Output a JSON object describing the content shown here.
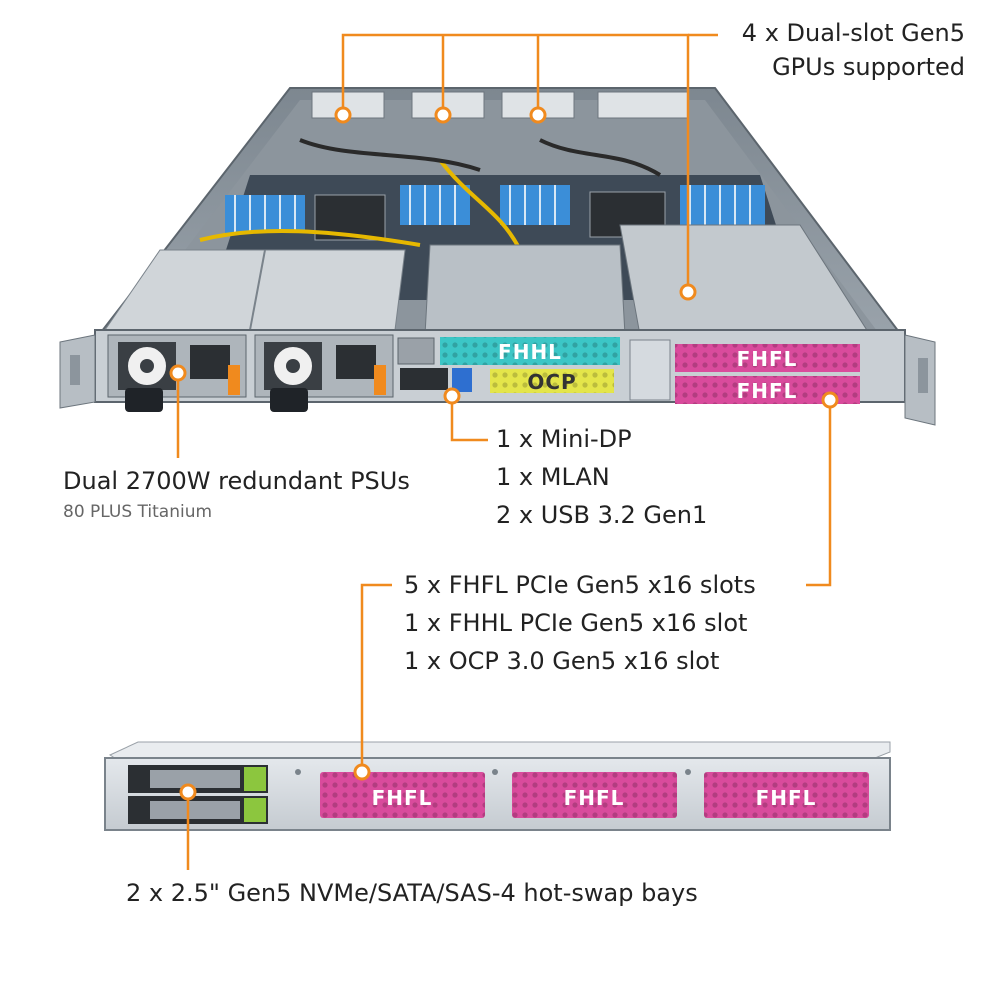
{
  "colors": {
    "accent_orange": "#F08A1E",
    "fhfl_pink": "#D94B9C",
    "fhhl_teal": "#3CC6C6",
    "ocp_yellow": "#E4E54A",
    "chassis_grey": "#C7CDD2",
    "text": "#222222",
    "subtext": "#666666"
  },
  "icons": [
    "server-chassis-top",
    "server-chassis-front",
    "psu-fan",
    "drive-bay"
  ],
  "callouts": {
    "gpus": [
      "4 x Dual-slot Gen5",
      "GPUs supported"
    ],
    "psu": {
      "title": "Dual 2700W redundant PSUs",
      "subtitle": "80 PLUS Titanium"
    },
    "ports": [
      "1 x Mini-DP",
      "1 x MLAN",
      "2 x USB 3.2 Gen1"
    ],
    "slots": [
      "5 x FHFL PCIe Gen5 x16 slots",
      "1 x FHHL PCIe Gen5 x16 slot",
      "1 x OCP 3.0 Gen5 x16 slot"
    ],
    "bays": "2 x 2.5\" Gen5 NVMe/SATA/SAS-4 hot-swap bays"
  },
  "rear_slots": {
    "fhhl": "FHHL",
    "ocp": "OCP",
    "fhfl_top": "FHFL",
    "fhfl_bottom": "FHFL"
  },
  "front_slots": [
    "FHFL",
    "FHFL",
    "FHFL"
  ]
}
